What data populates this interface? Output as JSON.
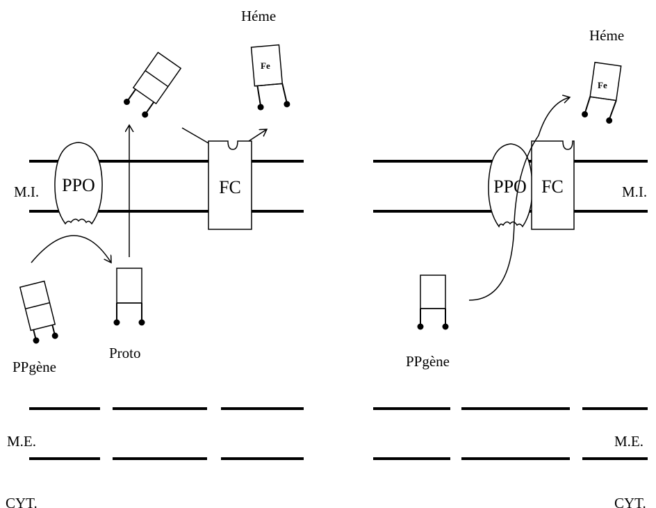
{
  "left_panel": {
    "label_mi": "M.I.",
    "label_me": "M.E.",
    "label_cyt": "CYT.",
    "label_ppo": "PPO",
    "label_fc": "FC",
    "label_heme": "Héme",
    "label_fe": "Fe",
    "label_proto": "Proto",
    "label_ppgene": "PPgène"
  },
  "right_panel": {
    "label_mi": "M.I.",
    "label_me": "M.E.",
    "label_cyt": "CYT.",
    "label_ppo": "PPO",
    "label_fc": "FC",
    "label_heme": "Héme",
    "label_fe": "Fe",
    "label_ppgene": "PPgène"
  }
}
